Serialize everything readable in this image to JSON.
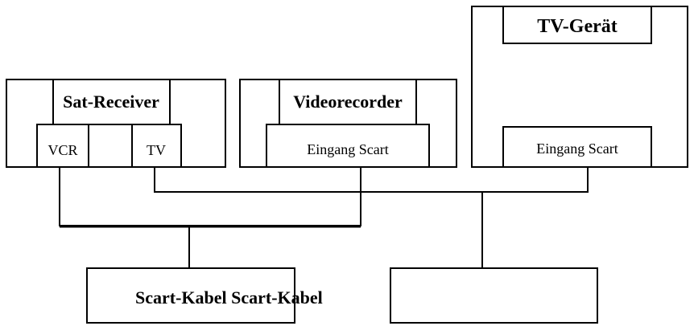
{
  "sat_receiver": {
    "title": "Sat-Receiver",
    "port_vcr": "VCR",
    "port_tv": "TV"
  },
  "videorecorder": {
    "title": "Videorecorder",
    "input": "Eingang Scart"
  },
  "tv_device": {
    "title": "TV-Gerät",
    "input": "Eingang Scart"
  },
  "cable_box": {
    "label": "Scart-Kabel Scart-Kabel"
  }
}
